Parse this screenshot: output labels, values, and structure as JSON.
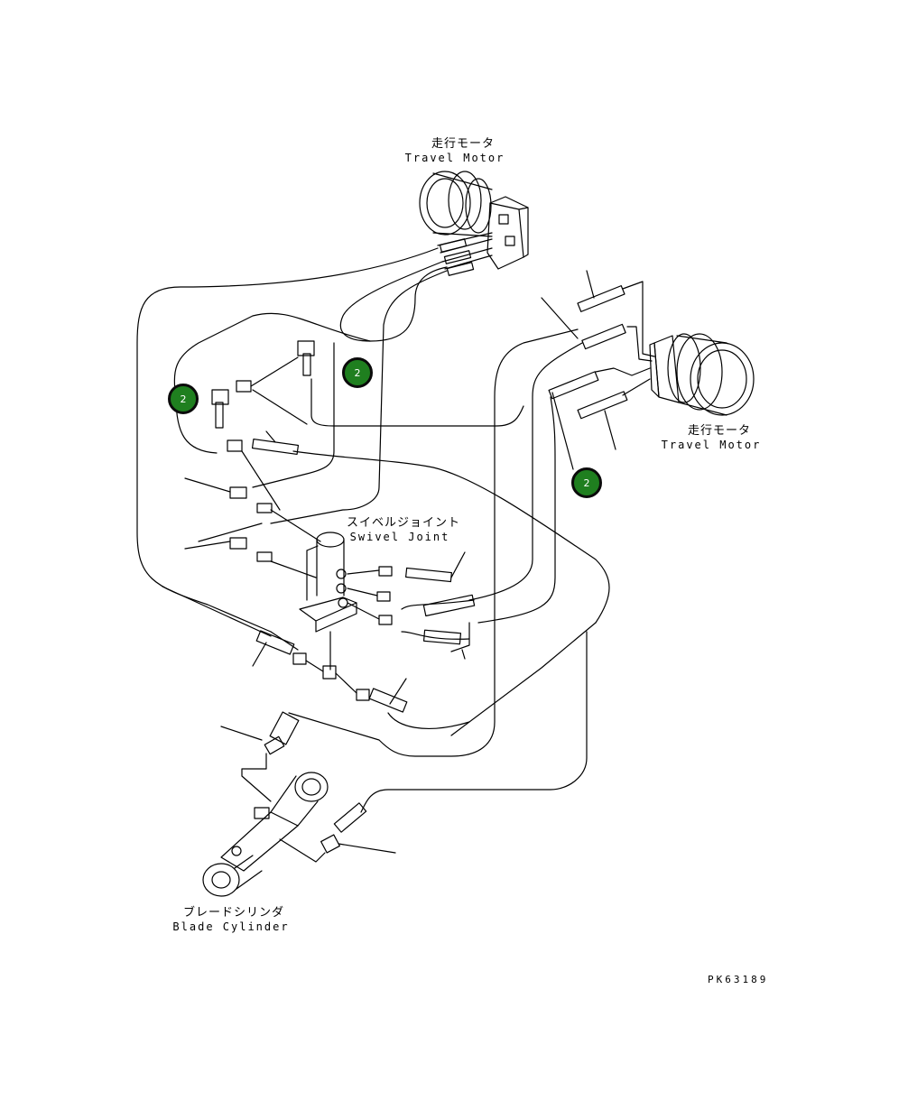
{
  "labels": {
    "travel_motor_top_jp": "走行モータ",
    "travel_motor_top_en": "Travel Motor",
    "travel_motor_right_jp": "走行モータ",
    "travel_motor_right_en": "Travel Motor",
    "swivel_joint_jp": "スイベルジョイント",
    "swivel_joint_en": "Swivel Joint",
    "blade_cylinder_jp": "ブレードシリンダ",
    "blade_cylinder_en": "Blade Cylinder"
  },
  "callouts": [
    {
      "number": "2"
    },
    {
      "number": "2"
    },
    {
      "number": "2"
    }
  ],
  "drawing_code": "PK63189",
  "colors": {
    "callout_fill": "#1f7f1f",
    "line": "#000000"
  }
}
